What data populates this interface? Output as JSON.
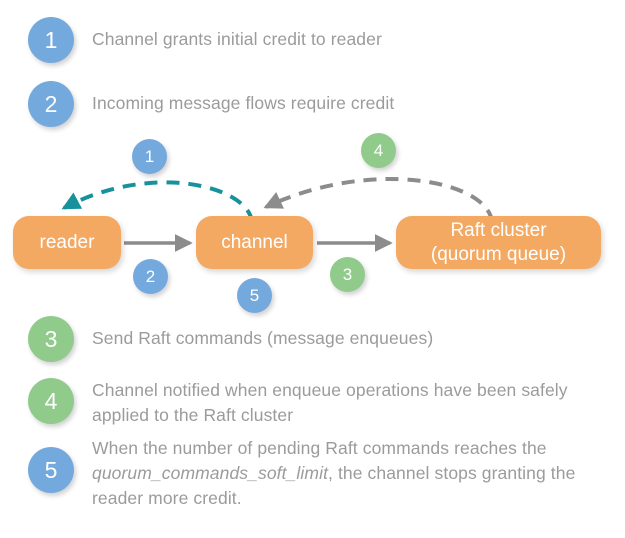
{
  "colors": {
    "blue": "#74a9dd",
    "green": "#91cb8b",
    "orange": "#f4a962",
    "text_gray": "#9b9b9b",
    "arrow_gray": "#8c8c8c",
    "arrow_teal": "#17919b",
    "white": "#ffffff"
  },
  "legend": {
    "items": [
      {
        "number": "1",
        "color": "blue",
        "text": "Channel grants initial credit to reader"
      },
      {
        "number": "2",
        "color": "blue",
        "text": "Incoming message flows require credit"
      },
      {
        "number": "3",
        "color": "green",
        "text": "Send Raft commands (message enqueues)"
      },
      {
        "number": "4",
        "color": "green",
        "text": "Channel notified when enqueue operations have been safely applied to the Raft cluster"
      }
    ],
    "item5": {
      "number": "5",
      "color": "blue",
      "text_before": "When the number of pending Raft commands reaches the ",
      "emphasis": "quorum_commands_soft_limit",
      "text_after": ", the channel stops granting the reader more credit."
    }
  },
  "diagram": {
    "nodes": [
      {
        "id": "reader",
        "label": "reader"
      },
      {
        "id": "channel",
        "label": "channel"
      },
      {
        "id": "raft",
        "label": "Raft cluster\n(quorum queue)",
        "line1": "Raft cluster",
        "line2": "(quorum queue)"
      }
    ],
    "markers": [
      {
        "number": "1",
        "color": "blue",
        "name": "marker-1-credit-grant"
      },
      {
        "number": "2",
        "color": "blue",
        "name": "marker-2-message-flow"
      },
      {
        "number": "3",
        "color": "green",
        "name": "marker-3-raft-commands"
      },
      {
        "number": "4",
        "color": "green",
        "name": "marker-4-notification"
      },
      {
        "number": "5",
        "color": "blue",
        "name": "marker-5-soft-limit"
      }
    ],
    "edges": [
      {
        "id": "reader-to-channel",
        "style": "solid",
        "color": "#8c8c8c",
        "from": "reader",
        "to": "channel"
      },
      {
        "id": "channel-to-raft",
        "style": "solid",
        "color": "#8c8c8c",
        "from": "channel",
        "to": "raft"
      },
      {
        "id": "channel-to-reader",
        "style": "dashed",
        "color": "#17919b",
        "from": "channel",
        "to": "reader"
      },
      {
        "id": "raft-to-channel",
        "style": "dashed",
        "color": "#8c8c8c",
        "from": "raft",
        "to": "channel"
      }
    ]
  }
}
